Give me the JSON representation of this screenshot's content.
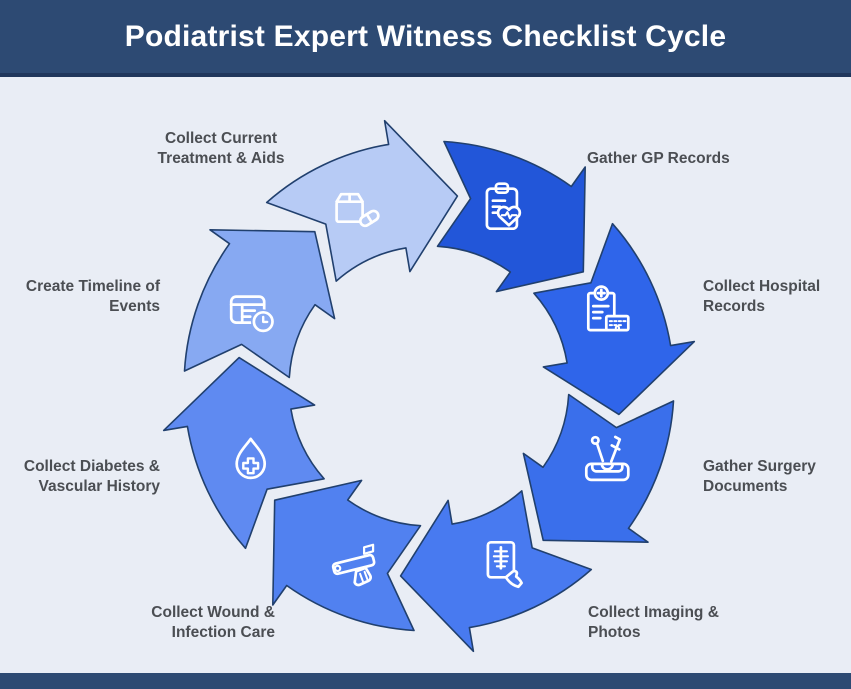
{
  "header": {
    "title": "Podiatrist Expert Witness Checklist Cycle",
    "background_color": "#2d4a73",
    "text_color": "#ffffff"
  },
  "page": {
    "background_color": "#e9edf5"
  },
  "footer": {
    "background_color": "#2d4a73"
  },
  "cycle": {
    "outline_color": "#21406e",
    "icon_color": "#ffffff",
    "label_color": "#4b4e53",
    "direction": "clockwise",
    "steps": [
      {
        "id": "gather-gp-records",
        "label": "Gather GP Records",
        "lines": [
          "Gather GP Records"
        ],
        "color": "#2256d9",
        "icon": "clipboard-heart-icon"
      },
      {
        "id": "collect-hospital-records",
        "label": "Collect Hospital Records",
        "lines": [
          "Collect Hospital",
          "Records"
        ],
        "color": "#2f65ea",
        "icon": "hospital-document-icon"
      },
      {
        "id": "gather-surgery-documents",
        "label": "Gather Surgery Documents",
        "lines": [
          "Gather Surgery",
          "Documents"
        ],
        "color": "#3a6feb",
        "icon": "surgical-tray-icon"
      },
      {
        "id": "collect-imaging-photos",
        "label": "Collect Imaging & Photos",
        "lines": [
          "Collect Imaging &",
          "Photos"
        ],
        "color": "#487af0",
        "icon": "xray-hand-icon"
      },
      {
        "id": "collect-wound-infection",
        "label": "Collect Wound & Infection Care",
        "lines": [
          "Collect Wound &",
          "Infection Care"
        ],
        "color": "#5181f0",
        "icon": "bandage-icon"
      },
      {
        "id": "collect-diabetes-vascular",
        "label": "Collect Diabetes & Vascular History",
        "lines": [
          "Collect Diabetes &",
          "Vascular History"
        ],
        "color": "#5f8af1",
        "icon": "droplet-cross-icon"
      },
      {
        "id": "create-timeline-of-events",
        "label": "Create Timeline of Events",
        "lines": [
          "Create Timeline of",
          "Events"
        ],
        "color": "#87a9f2",
        "icon": "table-clock-icon"
      },
      {
        "id": "collect-current-treatment",
        "label": "Collect Current Treatment & Aids",
        "lines": [
          "Collect Current",
          "Treatment & Aids"
        ],
        "color": "#b7cbf5",
        "icon": "package-pill-icon"
      }
    ]
  }
}
